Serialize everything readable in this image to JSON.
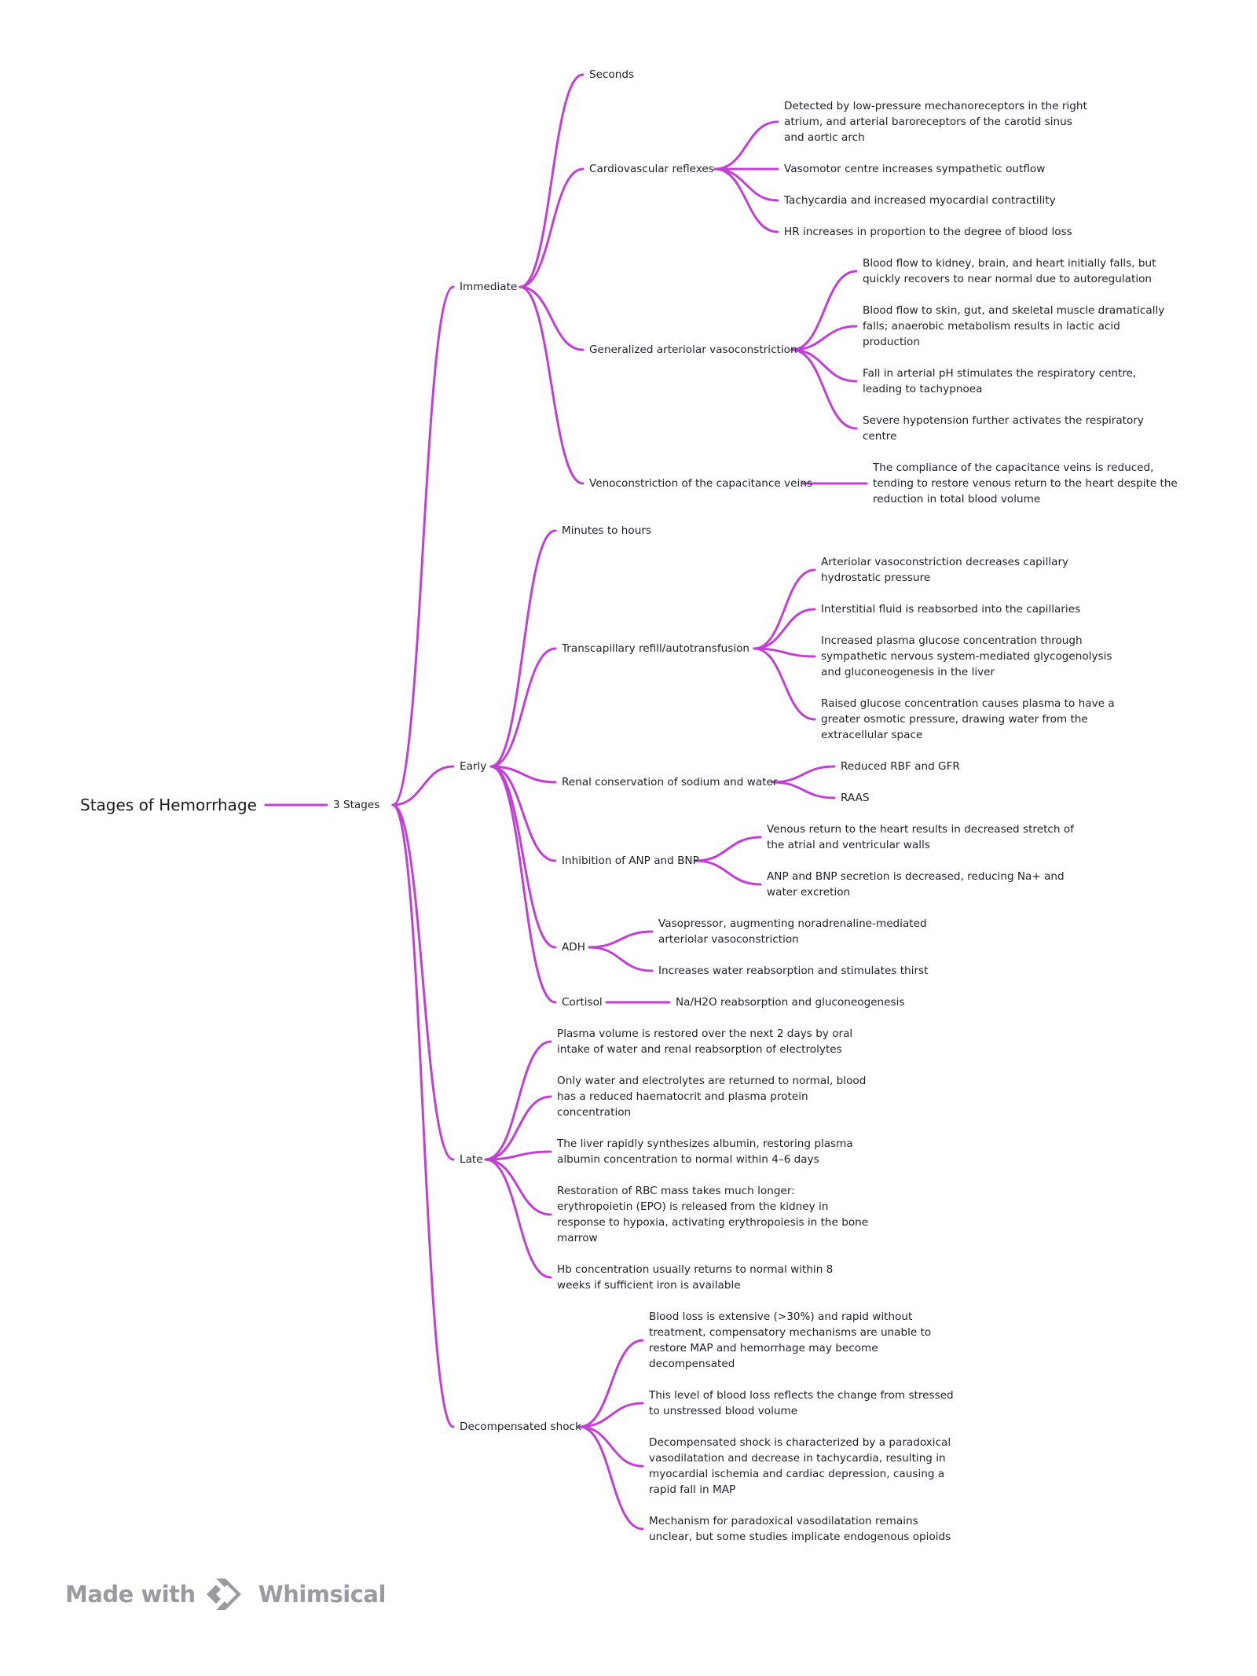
{
  "mindmap": {
    "id": "root",
    "label": "Stages of Hemorrhage",
    "children": [
      {
        "id": "stages",
        "label": "3 Stages",
        "children": [
          {
            "id": "immediate",
            "label": "Immediate",
            "children": [
              {
                "id": "imm-seconds",
                "label": "Seconds"
              },
              {
                "id": "imm-cardio",
                "label": "Cardiovascular reflexes",
                "children": [
                  {
                    "id": "cv-1",
                    "label": "Detected by low-pressure mechanoreceptors in the right\natrium, and arterial baroreceptors of the carotid sinus\nand aortic arch"
                  },
                  {
                    "id": "cv-2",
                    "label": "Vasomotor centre increases sympathetic outflow"
                  },
                  {
                    "id": "cv-3",
                    "label": "Tachycardia and increased myocardial contractility"
                  },
                  {
                    "id": "cv-4",
                    "label": "HR increases in proportion to the degree of blood loss"
                  }
                ]
              },
              {
                "id": "imm-vaso",
                "label": "Generalized arteriolar vasoconstriction",
                "children": [
                  {
                    "id": "gv-1",
                    "label": "Blood flow to kidney, brain, and heart initially falls, but\nquickly recovers to near normal due to autoregulation"
                  },
                  {
                    "id": "gv-2",
                    "label": "Blood flow to skin, gut, and skeletal muscle dramatically\nfalls; anaerobic metabolism results in lactic acid\nproduction"
                  },
                  {
                    "id": "gv-3",
                    "label": "Fall in arterial pH stimulates the respiratory centre,\nleading to tachypnoea"
                  },
                  {
                    "id": "gv-4",
                    "label": "Severe hypotension further activates the respiratory\ncentre"
                  }
                ]
              },
              {
                "id": "imm-veno",
                "label": "Venoconstriction of the capacitance veins",
                "children": [
                  {
                    "id": "vc-1",
                    "label": "The compliance of the capacitance veins is reduced,\ntending to restore venous return to the heart despite the\nreduction in total blood volume"
                  }
                ]
              }
            ]
          },
          {
            "id": "early",
            "label": "Early",
            "children": [
              {
                "id": "e-minutes",
                "label": "Minutes to hours"
              },
              {
                "id": "e-trans",
                "label": "Transcapillary refill/autotransfusion",
                "children": [
                  {
                    "id": "tr-1",
                    "label": "Arteriolar vasoconstriction decreases capillary\nhydrostatic pressure"
                  },
                  {
                    "id": "tr-2",
                    "label": "Interstitial fluid is reabsorbed into the capillaries"
                  },
                  {
                    "id": "tr-3",
                    "label": "Increased plasma glucose concentration through\nsympathetic nervous system-mediated glycogenolysis\nand gluconeogenesis in the liver"
                  },
                  {
                    "id": "tr-4",
                    "label": "Raised glucose concentration causes plasma to have a\ngreater osmotic pressure, drawing water from the\nextracellular space"
                  }
                ]
              },
              {
                "id": "e-renal",
                "label": "Renal conservation of sodium and water",
                "children": [
                  {
                    "id": "rn-1",
                    "label": "Reduced RBF and GFR"
                  },
                  {
                    "id": "rn-2",
                    "label": "RAAS"
                  }
                ]
              },
              {
                "id": "e-anp",
                "label": "Inhibition of ANP and BNP",
                "children": [
                  {
                    "id": "an-1",
                    "label": "Venous return to the heart results in decreased stretch of\nthe atrial and ventricular walls"
                  },
                  {
                    "id": "an-2",
                    "label": "ANP and BNP secretion is decreased, reducing Na+ and\nwater excretion"
                  }
                ]
              },
              {
                "id": "e-adh",
                "label": "ADH",
                "children": [
                  {
                    "id": "ad-1",
                    "label": "Vasopressor, augmenting noradrenaline-mediated\narteriolar vasoconstriction"
                  },
                  {
                    "id": "ad-2",
                    "label": "Increases water reabsorption and stimulates thirst"
                  }
                ]
              },
              {
                "id": "e-cort",
                "label": "Cortisol",
                "children": [
                  {
                    "id": "co-1",
                    "label": "Na/H2O reabsorption and gluconeogenesis"
                  }
                ]
              }
            ]
          },
          {
            "id": "late",
            "label": "Late",
            "children": [
              {
                "id": "l-1",
                "label": "Plasma volume is restored over the next 2 days by oral\nintake of water and renal reabsorption of electrolytes"
              },
              {
                "id": "l-2",
                "label": "Only water and electrolytes are returned to normal, blood\nhas a reduced haematocrit and plasma protein\nconcentration"
              },
              {
                "id": "l-3",
                "label": "The liver rapidly synthesizes albumin, restoring plasma\nalbumin concentration to normal within 4–6 days"
              },
              {
                "id": "l-4",
                "label": "Restoration of RBC mass takes much longer:\nerythropoietin (EPO) is released from the kidney in\nresponse to hypoxia, activating erythropoiesis in the bone\nmarrow"
              },
              {
                "id": "l-5",
                "label": "Hb concentration usually returns to normal within 8\nweeks if sufficient iron is available"
              }
            ]
          },
          {
            "id": "decomp",
            "label": "Decompensated shock",
            "children": [
              {
                "id": "d-1",
                "label": "Blood loss is extensive (>30%) and rapid without\ntreatment, compensatory mechanisms are unable to\nrestore MAP and hemorrhage may become\ndecompensated"
              },
              {
                "id": "d-2",
                "label": "This level of blood loss reflects the change from stressed\nto unstressed blood volume"
              },
              {
                "id": "d-3",
                "label": "Decompensated shock is characterized by a paradoxical\nvasodilatation and decrease in tachycardia, resulting in\nmyocardial ischemia and cardiac depression, causing a\nrapid fall in MAP"
              },
              {
                "id": "d-4",
                "label": "Mechanism for paradoxical vasodilatation remains\nunclear, but some studies implicate endogenous opioids"
              }
            ]
          }
        ]
      }
    ]
  },
  "footer": {
    "made_with": "Made with",
    "brand": "Whimsical"
  },
  "colors": {
    "connector": "#c23fd6",
    "text": "#1f1f2b",
    "footer": "#9a9aa0"
  }
}
